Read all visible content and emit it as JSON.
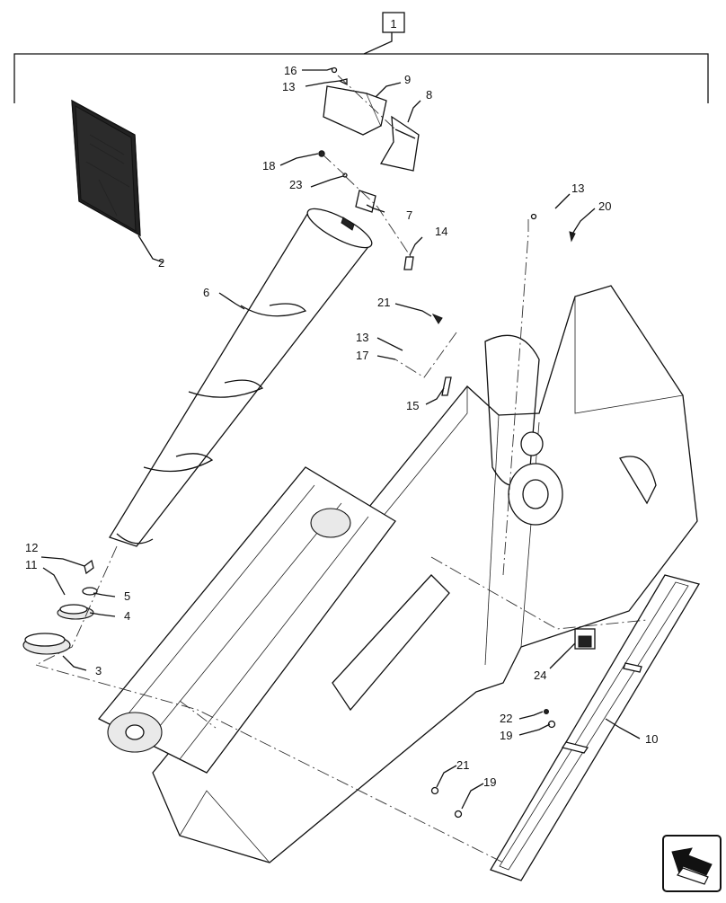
{
  "callouts": [
    "1",
    "2",
    "3",
    "4",
    "5",
    "6",
    "7",
    "8",
    "9",
    "10",
    "11",
    "12",
    "13",
    "13",
    "13",
    "14",
    "15",
    "16",
    "17",
    "18",
    "19",
    "19",
    "20",
    "21",
    "21",
    "22",
    "23",
    "24"
  ],
  "manual_cover_text": "",
  "icons": {
    "nav_arrow": "arrow-icon",
    "decal": "decal-icon"
  }
}
